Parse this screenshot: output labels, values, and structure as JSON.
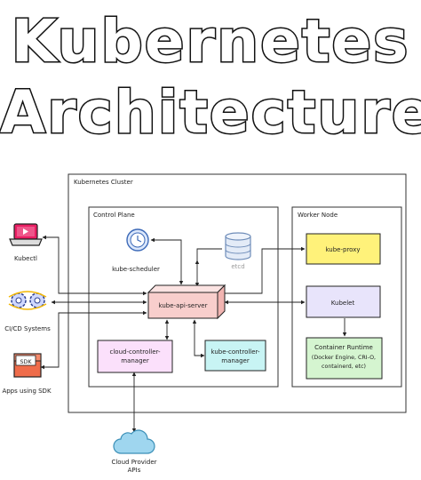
{
  "title": {
    "line1": "Kubernetes",
    "line2": "Architecture"
  },
  "cluster": {
    "label": "Kubernetes Cluster"
  },
  "control_plane": {
    "label": "Control Plane",
    "scheduler": "kube-scheduler",
    "etcd": "etcd",
    "api_server": "kube-api-server",
    "ccm": {
      "line1": "cloud-controller-",
      "line2": "manager"
    },
    "kcm": {
      "line1": "kube-controller-",
      "line2": "manager"
    }
  },
  "worker_node": {
    "label": "Worker Node",
    "kube_proxy": "kube-proxy",
    "kubelet": "Kubelet",
    "runtime": {
      "line1": "Container Runtime",
      "line2": "(Docker Engine, CRI-O,",
      "line3": "containerd, etc)"
    }
  },
  "clients": {
    "kubectl": "Kubectl",
    "cicd": "CI/CD Systems",
    "sdk": "Apps using SDK",
    "sdk_badge": "SDK"
  },
  "cloud": {
    "line1": "Cloud Provider",
    "line2": "APIs"
  },
  "colors": {
    "api_server": "#f8cecc",
    "kube_proxy": "#fff27a",
    "kubelet": "#e8e4fb",
    "runtime": "#d5f5d0",
    "ccm": "#fbe0fb",
    "kcm": "#c8f4f4",
    "cloud": "#9fd6ef"
  }
}
